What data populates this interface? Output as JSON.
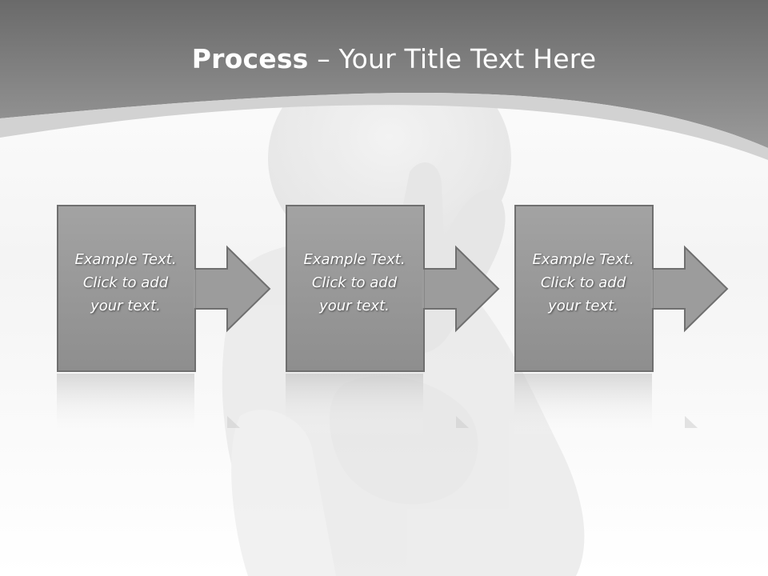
{
  "title": {
    "bold": "Process",
    "rest": " – Your Title Text Here"
  },
  "steps": [
    {
      "lines": [
        "Example Text.",
        "Click  to add",
        "your text."
      ]
    },
    {
      "lines": [
        "Example Text.",
        "Click  to add",
        "your text."
      ]
    },
    {
      "lines": [
        "Example Text.",
        "Click  to add",
        "your text."
      ]
    }
  ],
  "colors": {
    "header": "#7d7d7d",
    "box_fill": "#959595",
    "box_border": "#6f6f6f"
  }
}
